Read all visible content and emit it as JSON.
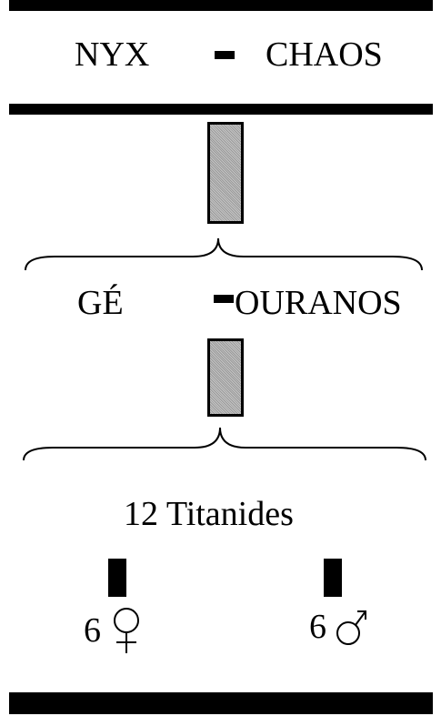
{
  "top_pair": {
    "left": "NYX",
    "right": "CHAOS"
  },
  "second_pair": {
    "left": "GÉ",
    "right": "OURANOS"
  },
  "offspring": "12 Titanides",
  "female_group": {
    "count": "6"
  },
  "male_group": {
    "count": "6"
  }
}
